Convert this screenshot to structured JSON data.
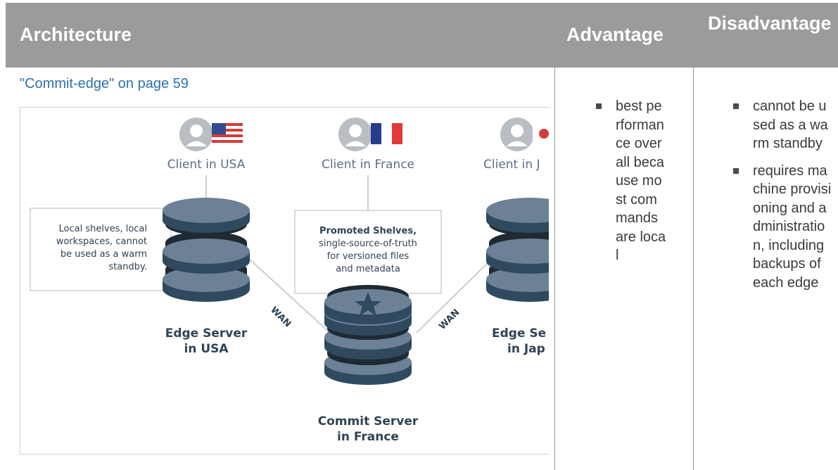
{
  "header": {
    "architecture": "Architecture",
    "advantage": "Advantage",
    "disadvantage": "Disadvantage"
  },
  "row": {
    "link_text": "\"Commit-edge\" on page 59",
    "advantages": [
      "best performance overall because most commands are local"
    ],
    "disadvantages": [
      "cannot be used as a warm standby",
      "requires machine provisioning and administration, including backups of each edge"
    ]
  },
  "diagram": {
    "client_usa": "Client in USA",
    "client_france": "Client in France",
    "client_japan": "Client in J",
    "note_left": [
      "Local shelves, local",
      "workspaces, cannot",
      "be used as a warm",
      "standby."
    ],
    "note_center_bold": "Promoted Shelves,",
    "note_center": [
      "single-source-of-truth",
      "for versioned files",
      "and metadata"
    ],
    "wan_left": "WAN",
    "wan_right": "WAN",
    "edge_usa": [
      "Edge Server",
      "in USA"
    ],
    "edge_japan": [
      "Edge Se",
      "in Jap"
    ],
    "commit_france": [
      "Commit Server",
      "in France"
    ],
    "colors": {
      "server_light": "#6d8196",
      "server_dark": "#2f4a5e",
      "server_ring": "#1f2a33",
      "avatar": "#b9bec4",
      "wire": "#c8ced4",
      "label_blue": "#5a6f86",
      "label_dark": "#2f4356"
    }
  }
}
